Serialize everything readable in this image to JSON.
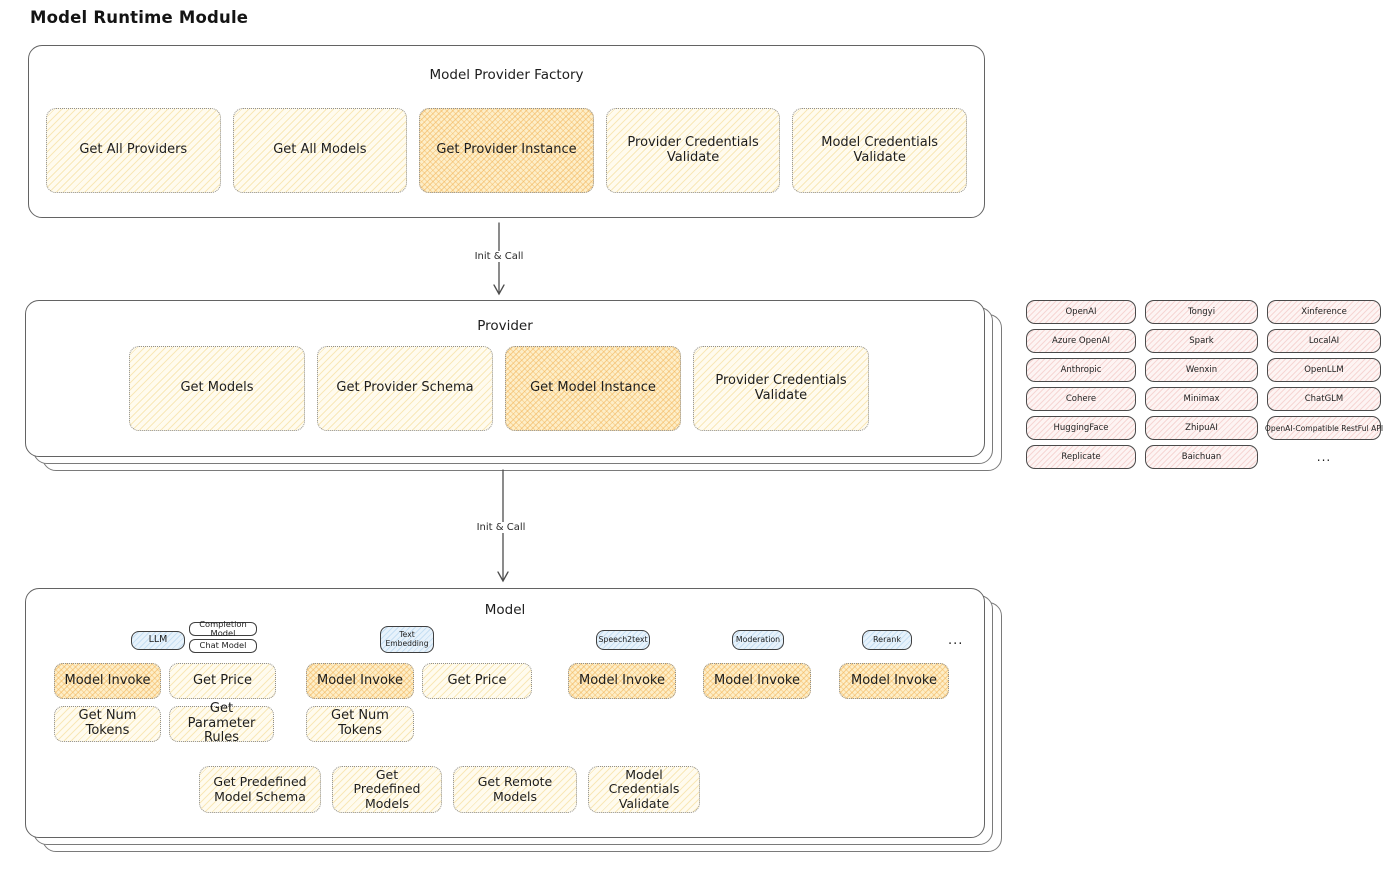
{
  "page_title": "Model Runtime Module",
  "factory": {
    "title": "Model Provider Factory",
    "items": [
      "Get All Providers",
      "Get All Models",
      "Get Provider Instance",
      "Provider Credentials Validate",
      "Model Credentials Validate"
    ],
    "highlighted_item": "Get Provider Instance"
  },
  "arrows": {
    "label1": "Init & Call",
    "label2": "Init & Call"
  },
  "provider": {
    "title": "Provider",
    "items": [
      "Get Models",
      "Get Provider Schema",
      "Get Model Instance",
      "Provider Credentials Validate"
    ],
    "highlighted_item": "Get Model Instance"
  },
  "provider_list": {
    "items": [
      "OpenAI",
      "Tongyi",
      "Xinference",
      "Azure OpenAI",
      "Spark",
      "LocalAI",
      "Anthropic",
      "Wenxin",
      "OpenLLM",
      "Cohere",
      "Minimax",
      "ChatGLM",
      "HuggingFace",
      "ZhipuAI",
      "OpenAI-Compatible RestFul API",
      "Replicate",
      "Baichuan"
    ],
    "ellipsis": "..."
  },
  "model": {
    "title": "Model",
    "groups": [
      {
        "tag": "LLM",
        "sub_tags": [
          "Completion Model",
          "Chat Model"
        ],
        "actions": [
          "Model Invoke",
          "Get Price",
          "Get Num Tokens",
          "Get Parameter Rules"
        ]
      },
      {
        "tag": "Text Embedding",
        "actions": [
          "Model Invoke",
          "Get Price",
          "Get Num Tokens"
        ]
      },
      {
        "tag": "Speech2text",
        "actions": [
          "Model Invoke"
        ]
      },
      {
        "tag": "Moderation",
        "actions": [
          "Model Invoke"
        ]
      },
      {
        "tag": "Rerank",
        "actions": [
          "Model Invoke"
        ]
      }
    ],
    "ellipsis": "...",
    "bottom_actions": [
      "Get Predefined Model Schema",
      "Get Predefined Models",
      "Get Remote Models",
      "Model Credentials Validate"
    ]
  },
  "colors": {
    "box_fill_light": "#fffbee",
    "box_hatch_light": "#f0cd6e",
    "box_fill_highlight": "#fdeec8",
    "box_hatch_highlight": "#f2b255",
    "chip_fill_pink": "#fdf4f3",
    "chip_hatch_pink": "#eca6a2",
    "tag_fill_blue": "#e7f2fb",
    "tag_hatch_blue": "#8cbee4",
    "stroke_container": "#636363",
    "stroke_chip": "#4a4a4a",
    "text": "#1d1d1d"
  }
}
